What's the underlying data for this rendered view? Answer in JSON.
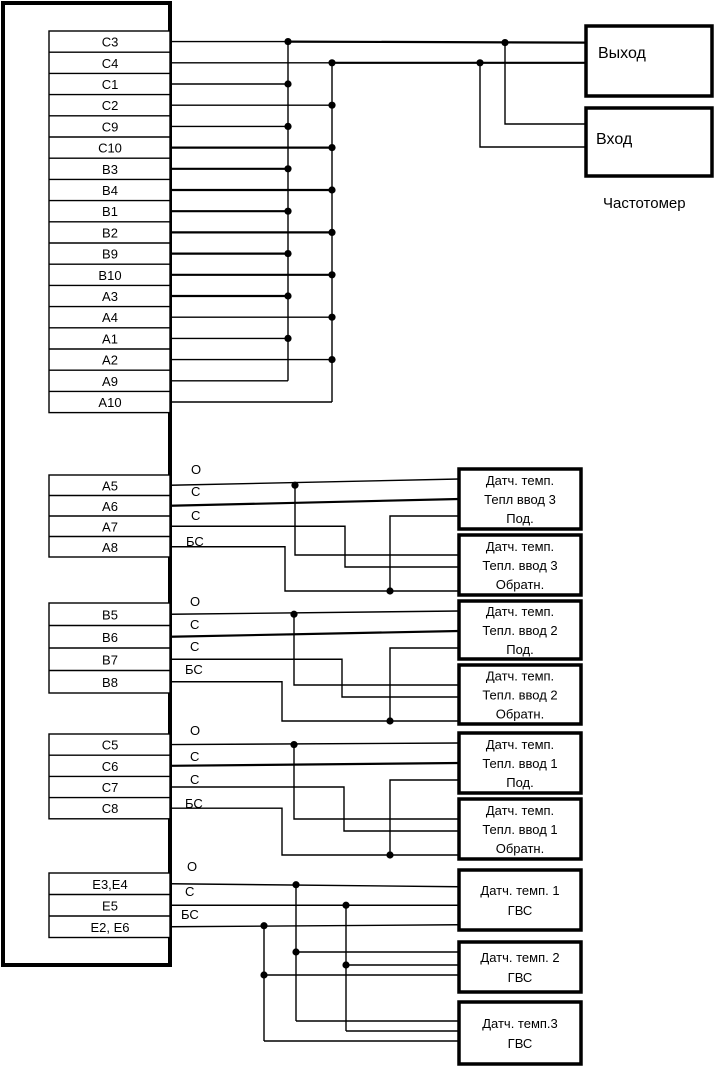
{
  "controller": {
    "groups": [
      {
        "id": "main",
        "rows": [
          "С3",
          "С4",
          "С1",
          "С2",
          "С9",
          "С10",
          "В3",
          "В4",
          "В1",
          "В2",
          "В9",
          "В10",
          "А3",
          "А4",
          "А1",
          "А2",
          "А9",
          "А10"
        ]
      },
      {
        "id": "g1",
        "rows": [
          "А5",
          "А6",
          "А7",
          "А8"
        ]
      },
      {
        "id": "g2",
        "rows": [
          "В5",
          "В6",
          "В7",
          "В8"
        ]
      },
      {
        "id": "g3",
        "rows": [
          "С5",
          "С6",
          "С7",
          "С8"
        ]
      },
      {
        "id": "g4",
        "rows": [
          "Е3,Е4",
          "Е5",
          "Е2, Е6"
        ]
      }
    ]
  },
  "wire_labels": {
    "g1": [
      "О",
      "С",
      "С",
      "БС"
    ],
    "g2": [
      "О",
      "С",
      "С",
      "БС"
    ],
    "g3": [
      "О",
      "С",
      "С",
      "БС"
    ],
    "g4": [
      "О",
      "С",
      "БС"
    ]
  },
  "freq_meter": {
    "output_label": "Выход",
    "input_label": "Вход",
    "caption": "Частотомер"
  },
  "sensors": [
    [
      "Датч. темп.",
      "Тепл ввод 3",
      "Под."
    ],
    [
      "Датч. темп.",
      "Тепл. ввод 3",
      "Обратн."
    ],
    [
      "Датч. темп.",
      "Тепл. ввод 2",
      "Под."
    ],
    [
      "Датч. темп.",
      "Тепл. ввод 2",
      "Обратн."
    ],
    [
      "Датч. темп.",
      "Тепл. ввод 1",
      "Под."
    ],
    [
      "Датч. темп.",
      "Тепл. ввод 1",
      "Обратн."
    ],
    [
      "Датч. темп. 1",
      "ГВС"
    ],
    [
      "Датч. темп. 2",
      "ГВС"
    ],
    [
      "Датч. темп.3",
      "ГВС"
    ]
  ]
}
